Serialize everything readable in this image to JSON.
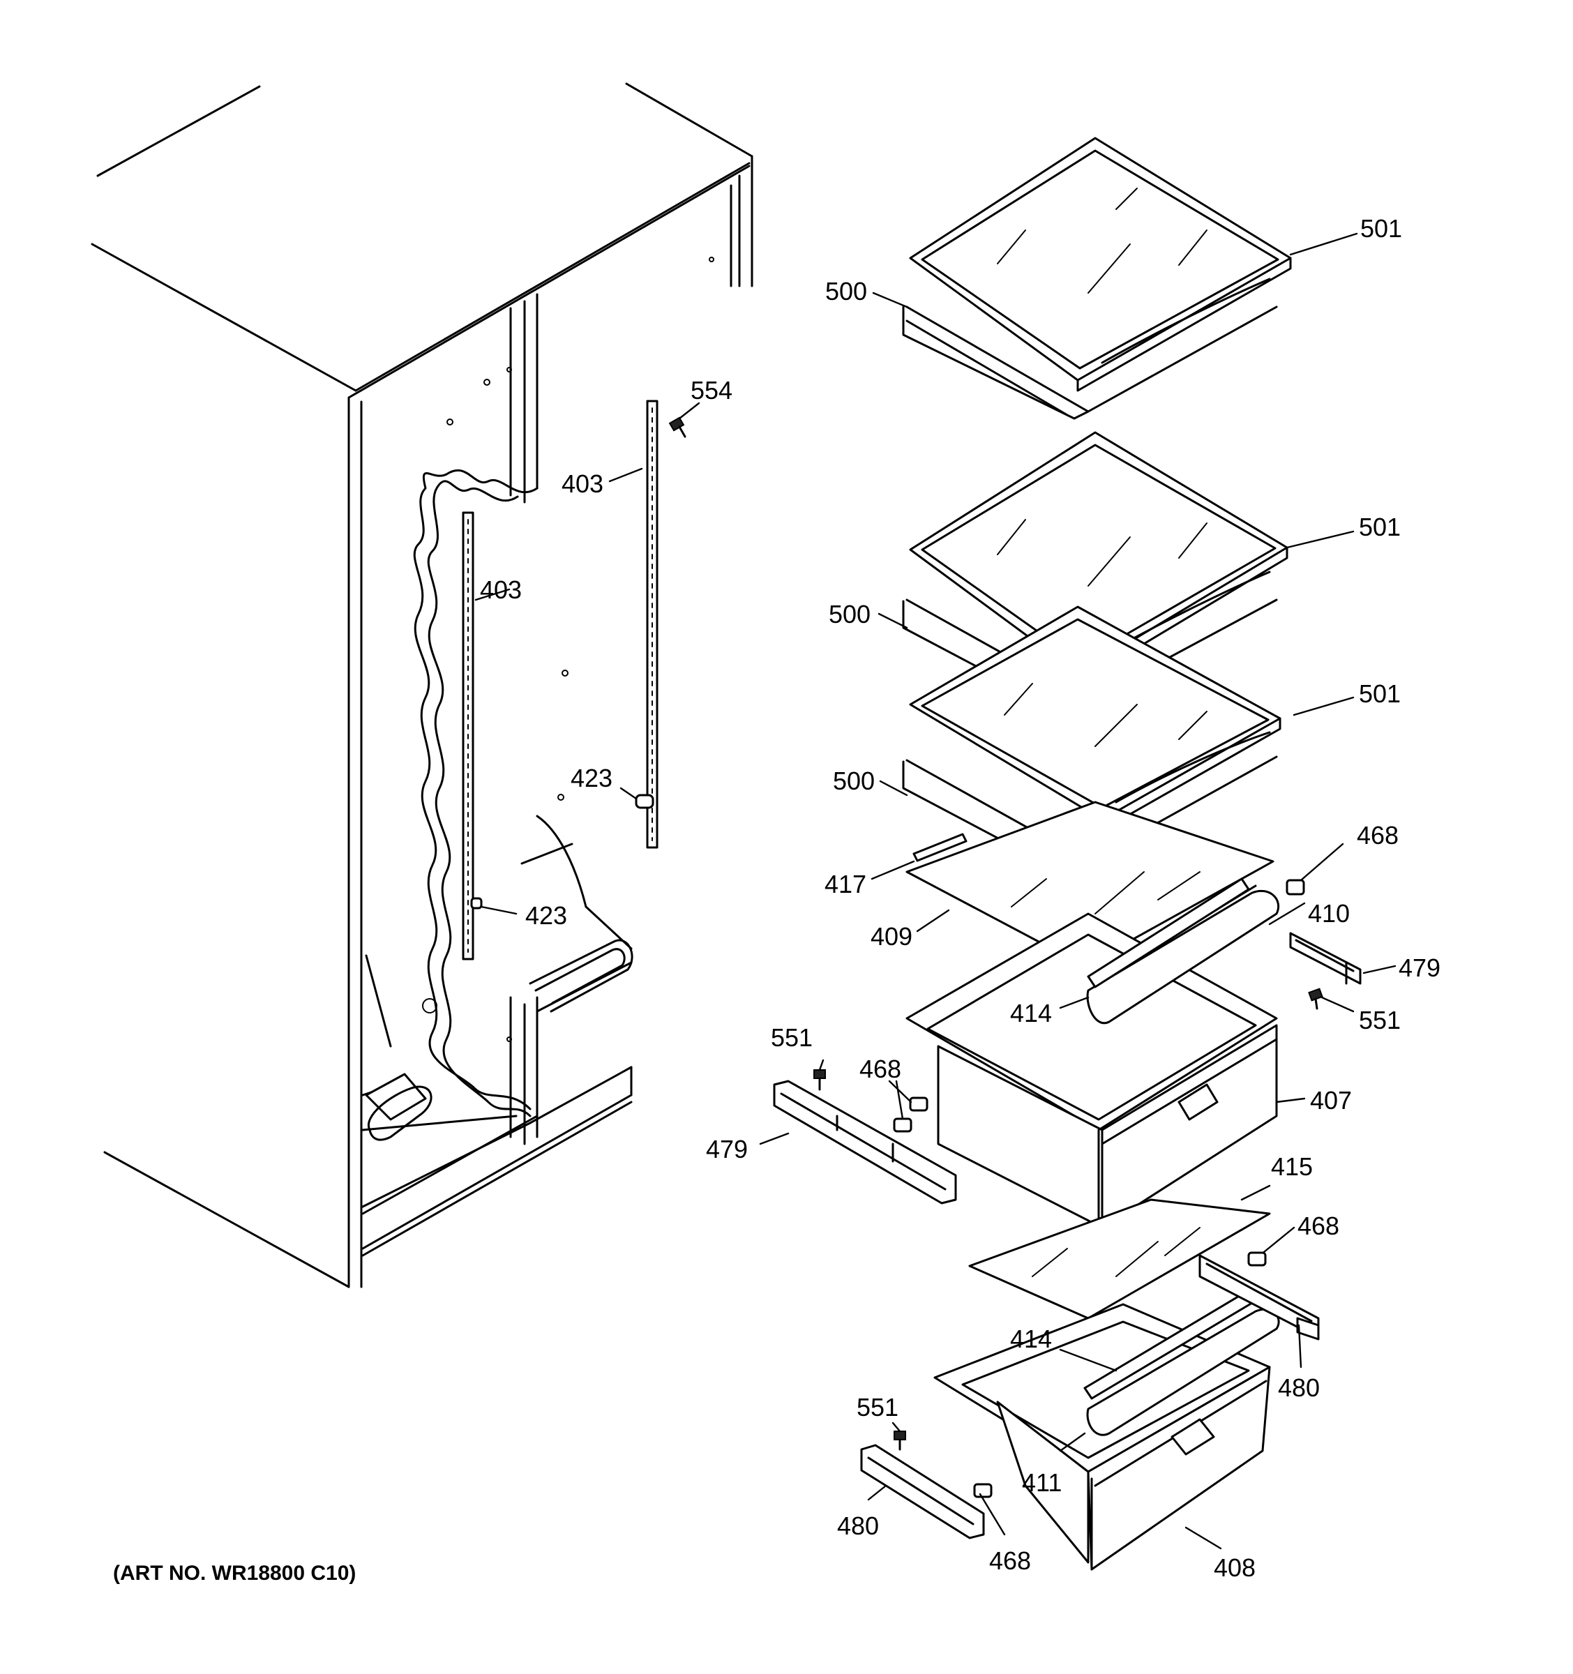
{
  "art_number": "(ART NO. WR18800 C10)",
  "callouts": [
    {
      "id": "c501a",
      "label": "501"
    },
    {
      "id": "c500a",
      "label": "500"
    },
    {
      "id": "c554",
      "label": "554"
    },
    {
      "id": "c403a",
      "label": "403"
    },
    {
      "id": "c403b",
      "label": "403"
    },
    {
      "id": "c501b",
      "label": "501"
    },
    {
      "id": "c500b",
      "label": "500"
    },
    {
      "id": "c501c",
      "label": "501"
    },
    {
      "id": "c423a",
      "label": "423"
    },
    {
      "id": "c500c",
      "label": "500"
    },
    {
      "id": "c468a",
      "label": "468"
    },
    {
      "id": "c417",
      "label": "417"
    },
    {
      "id": "c423b",
      "label": "423"
    },
    {
      "id": "c409",
      "label": "409"
    },
    {
      "id": "c410",
      "label": "410"
    },
    {
      "id": "c479a",
      "label": "479"
    },
    {
      "id": "c414a",
      "label": "414"
    },
    {
      "id": "c551a",
      "label": "551"
    },
    {
      "id": "c551b",
      "label": "551"
    },
    {
      "id": "c468b",
      "label": "468"
    },
    {
      "id": "c407",
      "label": "407"
    },
    {
      "id": "c479b",
      "label": "479"
    },
    {
      "id": "c415",
      "label": "415"
    },
    {
      "id": "c468c",
      "label": "468"
    },
    {
      "id": "c414b",
      "label": "414"
    },
    {
      "id": "c480a",
      "label": "480"
    },
    {
      "id": "c551c",
      "label": "551"
    },
    {
      "id": "c411",
      "label": "411"
    },
    {
      "id": "c480b",
      "label": "480"
    },
    {
      "id": "c468d",
      "label": "468"
    },
    {
      "id": "c408",
      "label": "408"
    }
  ]
}
